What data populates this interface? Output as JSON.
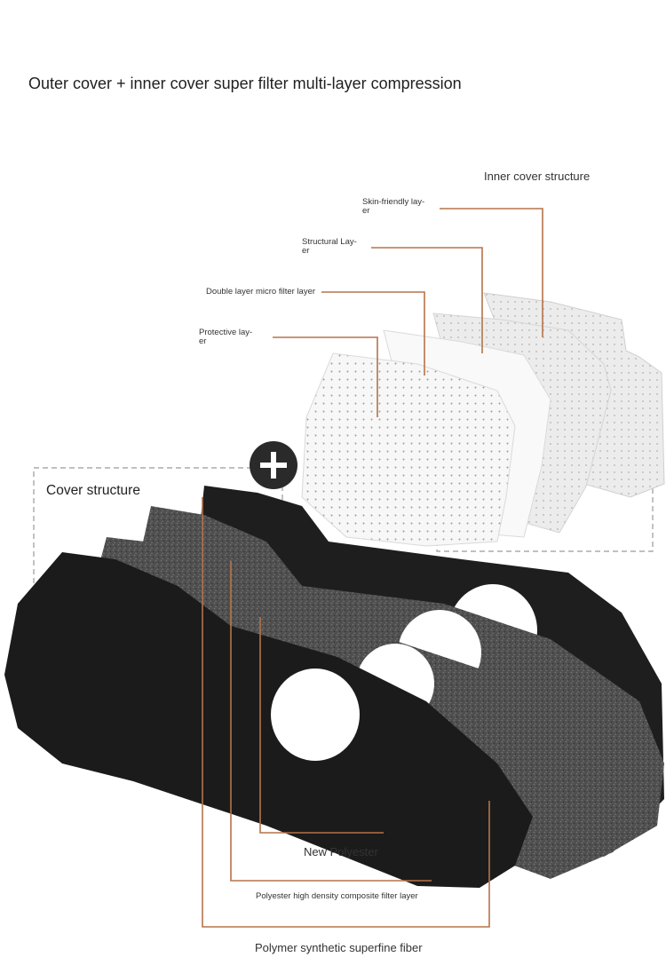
{
  "heading": "Outer cover + inner cover super filter multi-layer compression",
  "inner_cover": {
    "title": "Inner cover structure",
    "layers": [
      {
        "line1": "Skin-friendly lay-",
        "line2": "er"
      },
      {
        "line1": "Structural Lay-",
        "line2": "er"
      },
      {
        "line1": "Double layer micro filter layer",
        "line2": ""
      },
      {
        "line1": "Protective lay-",
        "line2": "er"
      }
    ]
  },
  "cover": {
    "title": "Cover structure",
    "layers": [
      "New Polyester",
      "Polyester high density composite filter layer",
      "Polymer synthetic superfine fiber"
    ]
  },
  "colors": {
    "leader_line": "#b5734a",
    "dashed_box": "#9a9a9a",
    "mask_black": "#1e1e1e",
    "mask_grey": "#555555",
    "filter_white": "#f4f4f4"
  },
  "icons": [
    "plus-icon"
  ]
}
